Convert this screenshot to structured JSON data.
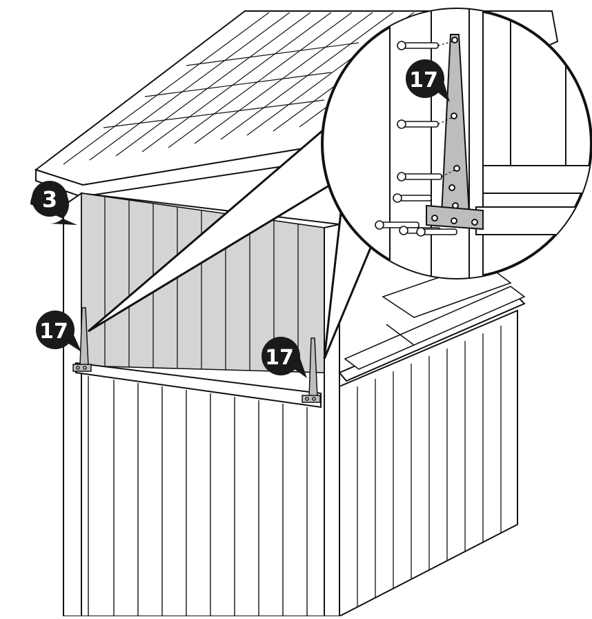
{
  "diagram": {
    "parts": {
      "panel": {
        "label": "3"
      },
      "hinge_left": {
        "label": "17"
      },
      "hinge_right": {
        "label": "17"
      },
      "hinge_detail": {
        "label": "17"
      }
    },
    "colors": {
      "outline": "#111111",
      "panel_fill": "#d4d4d4",
      "wall_fill": "#ffffff",
      "callout_fill": "#1a1a1a",
      "hinge_fill": "#bdbdbd",
      "label_text": "#ffffff"
    }
  }
}
